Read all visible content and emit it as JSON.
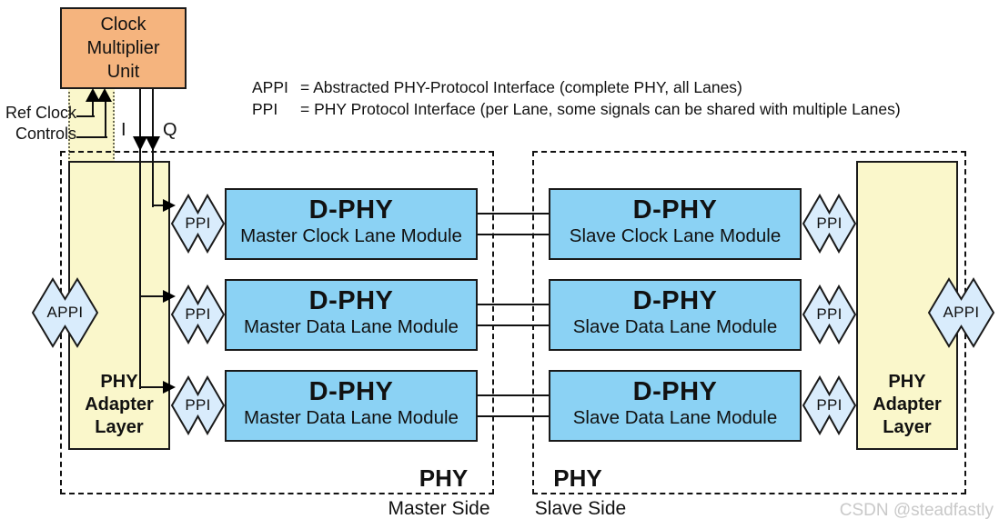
{
  "clock_multiplier_unit": {
    "label": "Clock\nMultiplier\nUnit"
  },
  "ref_clock": {
    "line1": "Ref Clock",
    "line2": "Controls"
  },
  "clock_outputs": {
    "i": "I",
    "q": "Q"
  },
  "legend": {
    "rows": [
      {
        "term": "APPI",
        "definition": "= Abstracted PHY-Protocol Interface (complete PHY, all Lanes)"
      },
      {
        "term": "PPI",
        "definition": "= PHY Protocol Interface (per Lane, some signals can be shared with multiple Lanes)"
      }
    ]
  },
  "master": {
    "appi_label": "APPI",
    "adapter_label": "PHY\nAdapter\nLayer",
    "phy_label": "PHY",
    "side_label": "Master Side",
    "modules": [
      {
        "ppi_label": "PPI",
        "title": "D-PHY",
        "subtitle": "Master Clock Lane Module"
      },
      {
        "ppi_label": "PPI",
        "title": "D-PHY",
        "subtitle": "Master Data Lane Module"
      },
      {
        "ppi_label": "PPI",
        "title": "D-PHY",
        "subtitle": "Master Data Lane Module"
      }
    ]
  },
  "slave": {
    "appi_label": "APPI",
    "adapter_label": "PHY\nAdapter\nLayer",
    "phy_label": "PHY",
    "side_label": "Slave Side",
    "modules": [
      {
        "ppi_label": "PPI",
        "title": "D-PHY",
        "subtitle": "Slave Clock Lane Module"
      },
      {
        "ppi_label": "PPI",
        "title": "D-PHY",
        "subtitle": "Slave Data Lane Module"
      },
      {
        "ppi_label": "PPI",
        "title": "D-PHY",
        "subtitle": "Slave Data Lane Module"
      }
    ]
  },
  "watermark": "CSDN @steadfastly",
  "colors": {
    "module_fill": "#8BD2F4",
    "adapter_fill": "#FAF7CB",
    "cmu_fill": "#F5B47E",
    "block_arrow_fill": "#D9ECFC",
    "outline": "#1a1a1a",
    "watermark_text": "#c9c9c9"
  }
}
